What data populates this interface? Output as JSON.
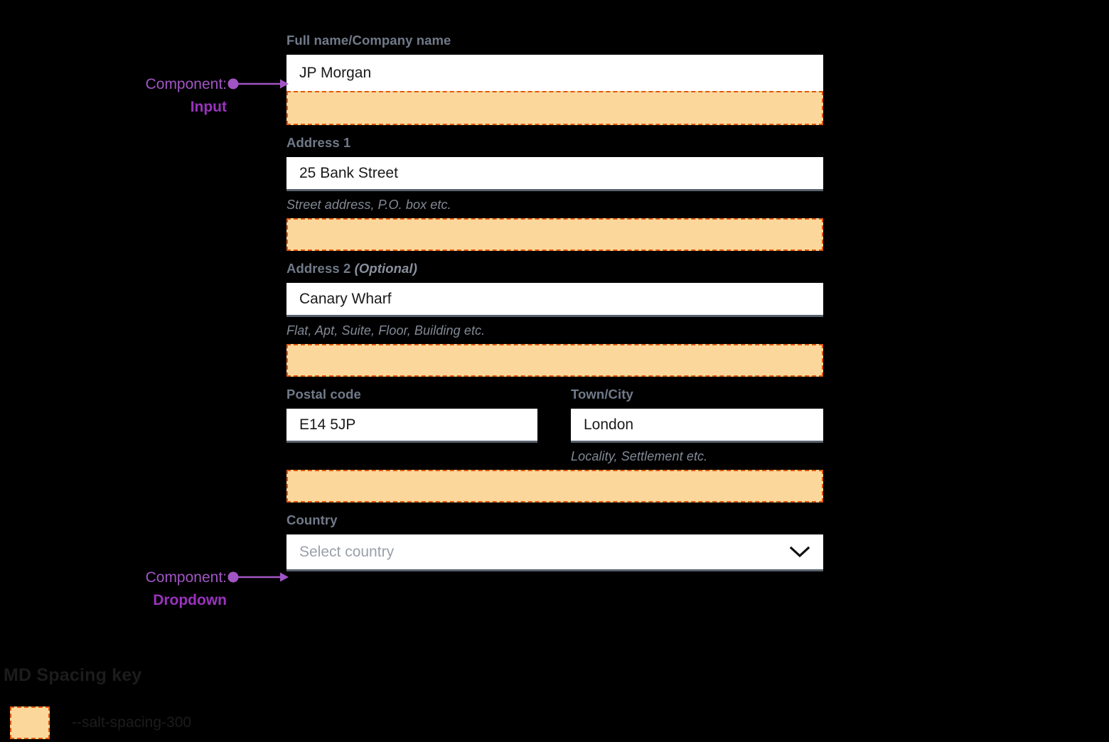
{
  "form": {
    "fields": [
      {
        "id": "full-name",
        "label": "Full name/Company name",
        "optional_tag": "",
        "value": "JP Morgan",
        "placeholder": "",
        "helper": ""
      },
      {
        "id": "address-1",
        "label": "Address 1",
        "optional_tag": "",
        "value": "25 Bank Street",
        "placeholder": "",
        "helper": "Street address, P.O. box etc."
      },
      {
        "id": "address-2",
        "label": "Address 2",
        "optional_tag": "(Optional)",
        "value": "Canary Wharf",
        "placeholder": "",
        "helper": "Flat, Apt, Suite, Floor, Building etc."
      },
      {
        "id": "postal-code",
        "label": "Postal code",
        "optional_tag": "",
        "value": "E14 5JP",
        "placeholder": "",
        "helper": ""
      },
      {
        "id": "town-city",
        "label": "Town/City",
        "optional_tag": "",
        "value": "London",
        "placeholder": "",
        "helper": "Locality, Settlement etc."
      },
      {
        "id": "country",
        "label": "Country",
        "optional_tag": "",
        "value": "",
        "placeholder": "Select country",
        "helper": ""
      }
    ]
  },
  "annotations": [
    {
      "id": "input-annotation",
      "title": "Component:",
      "name": "Input"
    },
    {
      "id": "dropdown-annotation",
      "title": "Component:",
      "name": "Dropdown"
    }
  ],
  "legend": {
    "title": "MD Spacing key",
    "items": [
      {
        "token": "--salt-spacing-300"
      }
    ]
  },
  "colors": {
    "background": "#000000",
    "spacing_fill": "#FBD79B",
    "spacing_border": "#E2590C",
    "label": "#717A89",
    "helper": "#828A96",
    "input_bg": "#FFFFFF",
    "input_underline": "#5A626E",
    "annotation_title": "#A155C4",
    "annotation_name": "#9A33BE",
    "legend_text": "#1C1C1C"
  },
  "icons": {
    "dropdown_chevron": "chevron-down-icon"
  }
}
